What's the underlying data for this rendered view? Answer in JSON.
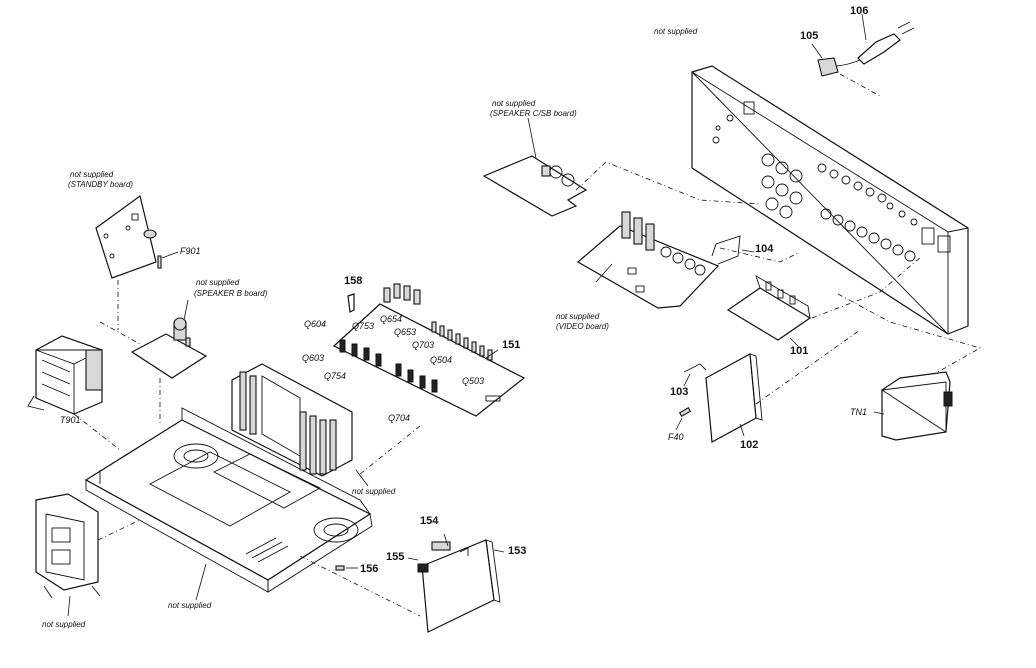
{
  "diagram": {
    "labels": {
      "n106": "106",
      "n105": "105",
      "ns_top": "not supplied",
      "ns_speaker_csb_1": "not supplied",
      "ns_speaker_csb_2": "(SPEAKER C/SB board)",
      "n104": "104",
      "ns_video_1": "not supplied",
      "ns_video_2": "(VIDEO board)",
      "n101": "101",
      "n103": "103",
      "f40": "F40",
      "n102": "102",
      "tn1": "TN1",
      "ns_standby_1": "not supplied",
      "ns_standby_2": "(STANDBY board)",
      "f901": "F901",
      "ns_speakerb_1": "not supplied",
      "ns_speakerb_2": "(SPEAKER B board)",
      "t901": "T901",
      "n158": "158",
      "q604": "Q604",
      "q753": "Q753",
      "q654": "Q654",
      "q653": "Q653",
      "q703": "Q703",
      "q603": "Q603",
      "q754": "Q754",
      "q504": "Q504",
      "q503": "Q503",
      "q704": "Q704",
      "n151": "151",
      "ns_heatsink": "not supplied",
      "n154": "154",
      "n155": "155",
      "n153": "153",
      "n156": "156",
      "ns_chassis": "not supplied",
      "ns_bracket": "not supplied"
    }
  }
}
